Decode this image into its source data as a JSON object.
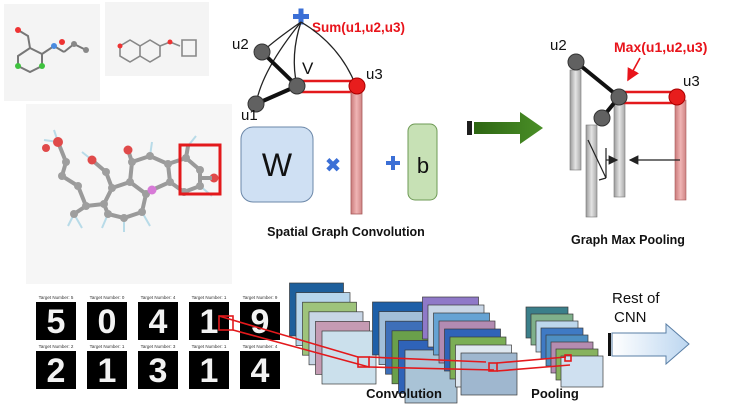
{
  "molecule_panels": {
    "small_a": {
      "alt": "molecule thumbnail"
    },
    "small_b": {
      "alt": "molecule thumbnail"
    },
    "large": {
      "alt": "molecule 3D render"
    }
  },
  "spatial_graph_conv": {
    "sum_label": "Sum(u1,u2,u3)",
    "node_u1": "u1",
    "node_u2": "u2",
    "node_u3": "u3",
    "center_node": "V",
    "weight_label": "W",
    "bias_label": "b",
    "times_symbol": "✖",
    "plus_symbol": "+",
    "caption": "Spatial Graph Convolution"
  },
  "graph_max_pool": {
    "max_label": "Max(u1,u2,u3)",
    "node_u2": "u2",
    "node_u3": "u3",
    "caption": "Graph Max Pooling"
  },
  "mnist": {
    "top_row": [
      {
        "caption": "Target Number: 5",
        "digit": "5"
      },
      {
        "caption": "Target Number: 0",
        "digit": "0"
      },
      {
        "caption": "Target Number: 4",
        "digit": "4"
      },
      {
        "caption": "Target Number: 1",
        "digit": "1"
      },
      {
        "caption": "Target Number: 9",
        "digit": "9"
      }
    ],
    "bottom_row": [
      {
        "caption": "Target Number: 2",
        "digit": "2"
      },
      {
        "caption": "Target Number: 1",
        "digit": "1"
      },
      {
        "caption": "Target Number: 3",
        "digit": "3"
      },
      {
        "caption": "Target Number: 1",
        "digit": "1"
      },
      {
        "caption": "Target Number: 4",
        "digit": "4"
      }
    ]
  },
  "cnn": {
    "convolution_label": "Convolution",
    "pooling_label": "Pooling",
    "rest_label_line1": "Rest of",
    "rest_label_line2": "CNN"
  },
  "colors": {
    "sum_red": "#e8141b",
    "arrow_green": "#3f7d1f",
    "w_box": "#cfe0f3",
    "b_box": "#c7e1b5",
    "pink_bar": "#e29a9a",
    "gray_bar": "#bdbdbd",
    "red_box": "#e3191c",
    "plus_blue": "#3b6fd6"
  }
}
